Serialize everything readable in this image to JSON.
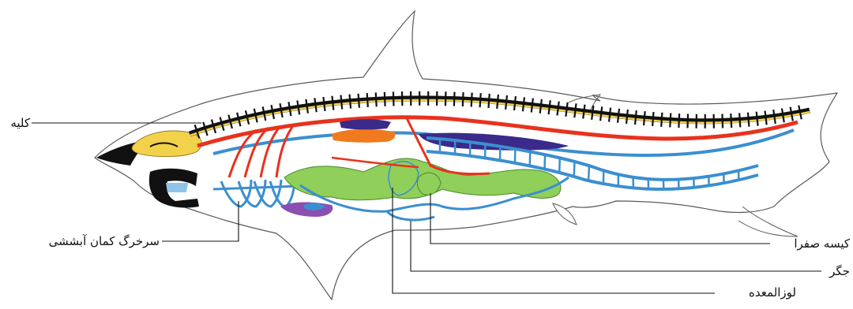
{
  "labels": {
    "kidney": "کلیه",
    "gill_arch_artery": "سرخرگ کمان آبششی",
    "gallbladder": "کیسه صفرا",
    "liver": "جگر",
    "pancreas": "لوزالمعده"
  },
  "colors": {
    "outline": "#5a5a5a",
    "artery": "#e8321e",
    "vein": "#3b8fd0",
    "gut": "#8fcf5a",
    "kidney_yellow": "#f2d24a",
    "spine": "#111111",
    "stomach_orange": "#f07a1e",
    "spleen_purple": "#8a4fb0",
    "dark_blue": "#3a2a8a"
  }
}
